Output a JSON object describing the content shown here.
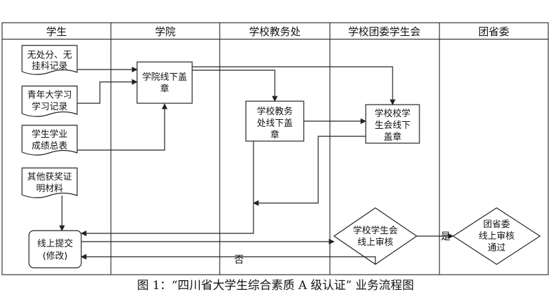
{
  "lanes": [
    {
      "id": "student",
      "label": "学生"
    },
    {
      "id": "college",
      "label": "学院"
    },
    {
      "id": "academic_affairs",
      "label": "学校教务处"
    },
    {
      "id": "youth_league",
      "label": "学校团委学生会"
    },
    {
      "id": "provincial_league",
      "label": "团省委"
    }
  ],
  "nodes": {
    "doc_no_punishment": {
      "lines": [
        "无处分、无",
        "挂科记录"
      ],
      "shape": "document"
    },
    "doc_youth_study": {
      "lines": [
        "青年大学习",
        "学习记录"
      ],
      "shape": "document"
    },
    "doc_transcript": {
      "lines": [
        "学生学业",
        "成绩总表"
      ],
      "shape": "document"
    },
    "doc_awards": {
      "lines": [
        "其他获奖证",
        "明材料"
      ],
      "shape": "document"
    },
    "college_stamp": {
      "lines": [
        "学院线下盖",
        "章"
      ],
      "shape": "process"
    },
    "academic_stamp": {
      "lines": [
        "学校教务",
        "处线下盖",
        "章"
      ],
      "shape": "process"
    },
    "league_stamp": {
      "lines": [
        "学校校学",
        "生会线下",
        "盖章"
      ],
      "shape": "process"
    },
    "online_submit": {
      "lines": [
        "线上提交",
        "(修改)"
      ],
      "shape": "rounded"
    },
    "league_online_review": {
      "lines": [
        "学校学生会",
        "线上审核"
      ],
      "shape": "decision"
    },
    "provincial_review": {
      "lines": [
        "团省委",
        "线上审核",
        "通过"
      ],
      "shape": "decision"
    }
  },
  "edge_labels": {
    "yes": "是",
    "no": "否"
  },
  "caption": "图 1：“四川省大学生综合素质 A 级认证” 业务流程图"
}
